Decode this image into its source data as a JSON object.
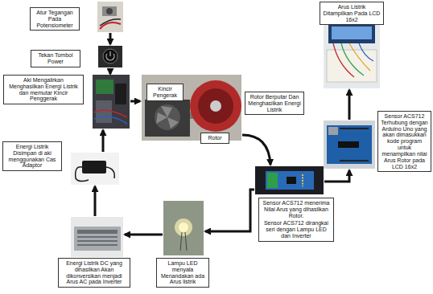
{
  "diagram": {
    "nodes": [
      {
        "text": [
          "Atur Tegangan Pada Potensiometer"
        ]
      },
      {
        "text": [
          "Tekan Tombol Power"
        ]
      },
      {
        "text": [
          "Arus Listrik Ditampilkan Pada LCD 16x2"
        ]
      },
      {
        "text": [
          "Aki Mengalirkan Menghasilkan Energi Listrik dan memutar Kincir Penggerak"
        ]
      },
      {
        "text": [
          "Kincir Pengerak"
        ]
      },
      {
        "text": [
          "Rotor Berputar Dan Menghasilkan Energi Listrik"
        ]
      },
      {
        "text": [
          "Sensor ACS712 Terhubung dengan Arduino Uno yang akan dimasukkan kode program untuk menampilkan nilai Arus Rotor pada LCD 16x2"
        ]
      },
      {
        "text": [
          "Rotor"
        ]
      },
      {
        "text": [
          "Energi Listrik Disimpan di aki menggunakan Cas Adaptor"
        ]
      },
      {
        "text": [
          "Sensor ACS712 menerima Nilai Arus yang dihasilkan Rotor.",
          "Sensor ACS712 dirangkai seri dengan Lampu LED dan Inverter"
        ]
      },
      {
        "text": [
          "Lampu LED menyala Menandakan ada Arus listrik"
        ]
      },
      {
        "text": [
          "Energi Listrik DC yang dihasilkan Akan dikonversikan menjadi Arus AC pada Inverter"
        ]
      }
    ]
  }
}
